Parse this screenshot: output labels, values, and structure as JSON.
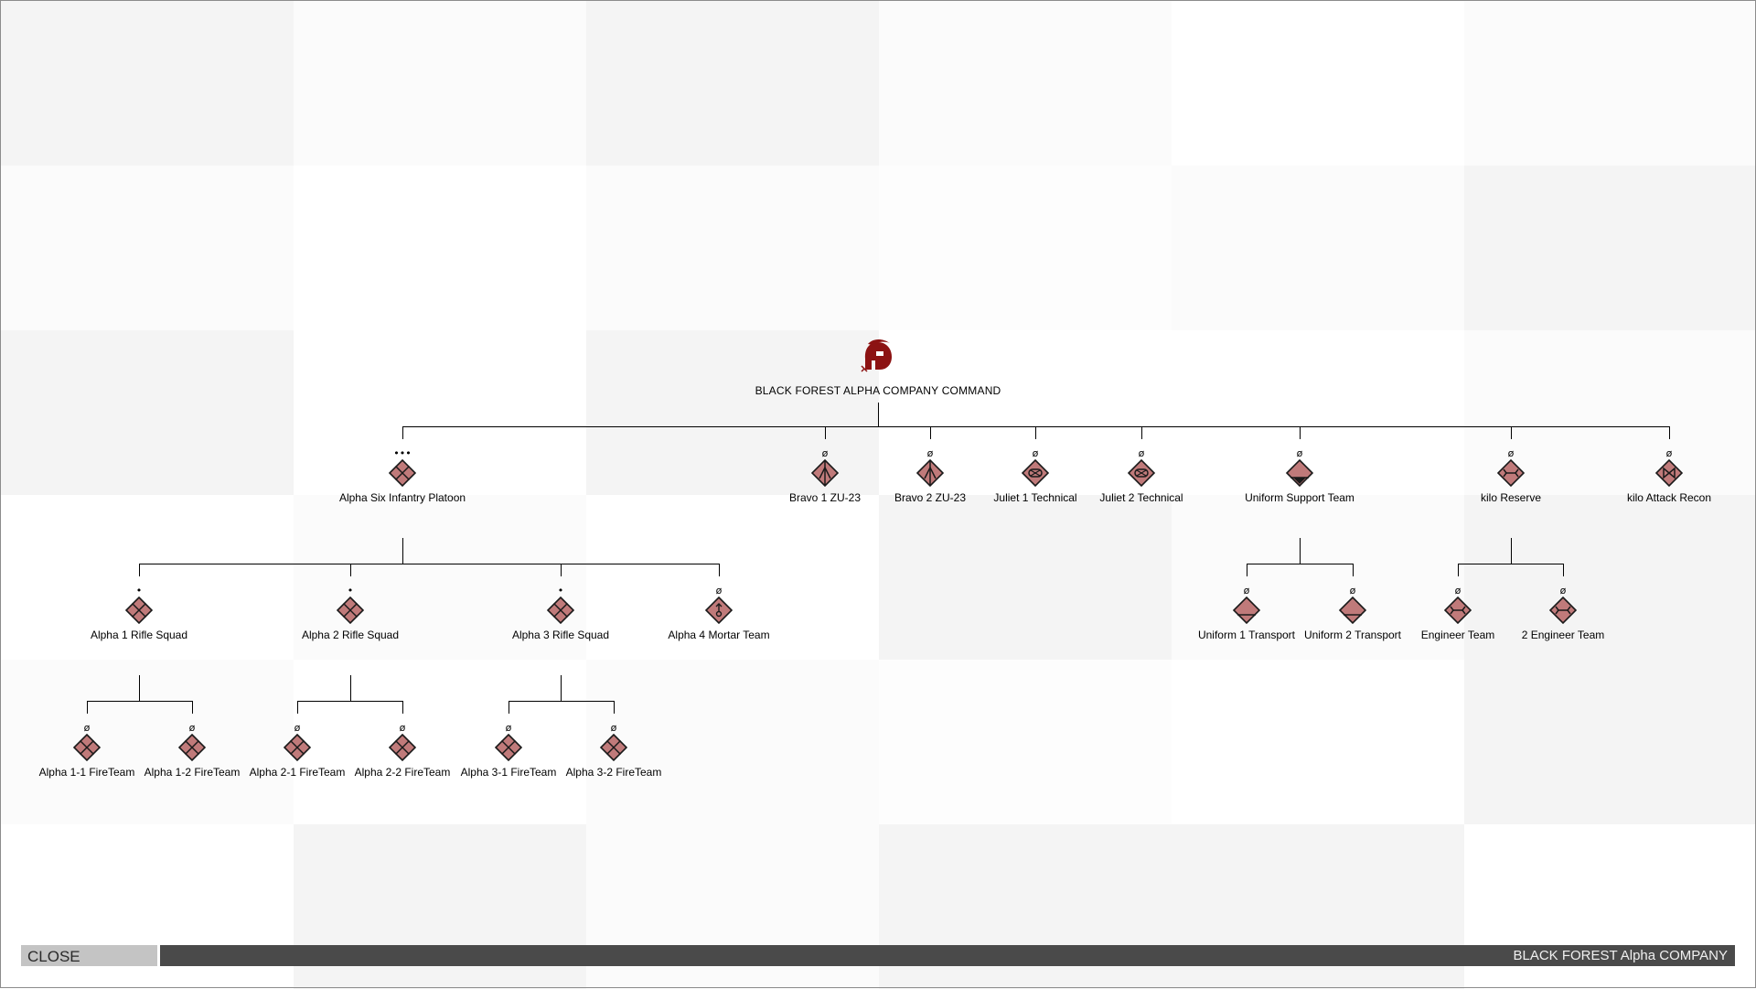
{
  "hq": {
    "name": "BLACK FOREST ALPHA COMPANY COMMAND",
    "logo_icon": "spartan-helmet-icon",
    "logo_color": "#8c1212"
  },
  "nodes": [
    {
      "id": "alpha-six",
      "name": "Alpha Six Infantry Platoon",
      "echelon": "•••",
      "symbol": "infantry"
    },
    {
      "id": "bravo-1",
      "name": "Bravo 1 ZU-23",
      "echelon": "ø",
      "symbol": "anti-air"
    },
    {
      "id": "bravo-2",
      "name": "Bravo 2 ZU-23",
      "echelon": "ø",
      "symbol": "anti-air"
    },
    {
      "id": "juliet-1",
      "name": "Juliet 1 Technical",
      "echelon": "ø",
      "symbol": "technical"
    },
    {
      "id": "juliet-2",
      "name": "Juliet 2 Technical",
      "echelon": "ø",
      "symbol": "technical"
    },
    {
      "id": "uniform-support",
      "name": "Uniform Support Team",
      "echelon": "ø",
      "symbol": "support"
    },
    {
      "id": "kilo-reserve",
      "name": "kilo Reserve",
      "echelon": "ø",
      "symbol": "engineer"
    },
    {
      "id": "kilo-attack-recon",
      "name": "kilo Attack Recon",
      "echelon": "ø",
      "symbol": "recon"
    },
    {
      "id": "alpha-1-squad",
      "name": "Alpha 1 Rifle Squad",
      "echelon": "•",
      "symbol": "infantry"
    },
    {
      "id": "alpha-2-squad",
      "name": "Alpha 2 Rifle Squad",
      "echelon": "•",
      "symbol": "infantry"
    },
    {
      "id": "alpha-3-squad",
      "name": "Alpha 3 Rifle Squad",
      "echelon": "•",
      "symbol": "infantry"
    },
    {
      "id": "alpha-4-mortar",
      "name": "Alpha 4 Mortar Team",
      "echelon": "ø",
      "symbol": "mortar"
    },
    {
      "id": "uniform-1",
      "name": "Uniform 1 Transport",
      "echelon": "ø",
      "symbol": "transport"
    },
    {
      "id": "uniform-2",
      "name": "Uniform 2 Transport",
      "echelon": "ø",
      "symbol": "transport"
    },
    {
      "id": "engineer-1",
      "name": "Engineer Team",
      "echelon": "ø",
      "symbol": "engineer"
    },
    {
      "id": "engineer-2",
      "name": "2 Engineer Team",
      "echelon": "ø",
      "symbol": "engineer"
    },
    {
      "id": "alpha-1-1",
      "name": "Alpha 1-1 FireTeam",
      "echelon": "ø",
      "symbol": "infantry"
    },
    {
      "id": "alpha-1-2",
      "name": "Alpha 1-2 FireTeam",
      "echelon": "ø",
      "symbol": "infantry"
    },
    {
      "id": "alpha-2-1",
      "name": "Alpha 2-1 FireTeam",
      "echelon": "ø",
      "symbol": "infantry"
    },
    {
      "id": "alpha-2-2",
      "name": "Alpha 2-2 FireTeam",
      "echelon": "ø",
      "symbol": "infantry"
    },
    {
      "id": "alpha-3-1",
      "name": "Alpha 3-1 FireTeam",
      "echelon": "ø",
      "symbol": "infantry"
    },
    {
      "id": "alpha-3-2",
      "name": "Alpha 3-2 FireTeam",
      "echelon": "ø",
      "symbol": "infantry"
    }
  ],
  "hierarchy": {
    "hq": [
      "alpha-six",
      "bravo-1",
      "bravo-2",
      "juliet-1",
      "juliet-2",
      "uniform-support",
      "kilo-reserve",
      "kilo-attack-recon"
    ],
    "alpha-six": [
      "alpha-1-squad",
      "alpha-2-squad",
      "alpha-3-squad",
      "alpha-4-mortar"
    ],
    "uniform-support": [
      "uniform-1",
      "uniform-2"
    ],
    "kilo-reserve": [
      "engineer-1",
      "engineer-2"
    ],
    "alpha-1-squad": [
      "alpha-1-1",
      "alpha-1-2"
    ],
    "alpha-2-squad": [
      "alpha-2-1",
      "alpha-2-2"
    ],
    "alpha-3-squad": [
      "alpha-3-1",
      "alpha-3-2"
    ]
  },
  "colors": {
    "unit_fill": "#c07a7a",
    "unit_stroke": "#1a1a1a",
    "line": "#000000",
    "footer_bar": "#4a4a4a",
    "close_button": "#c4c4c4"
  },
  "footer": {
    "close_label": "CLOSE",
    "title": "BLACK FOREST Alpha COMPANY"
  }
}
